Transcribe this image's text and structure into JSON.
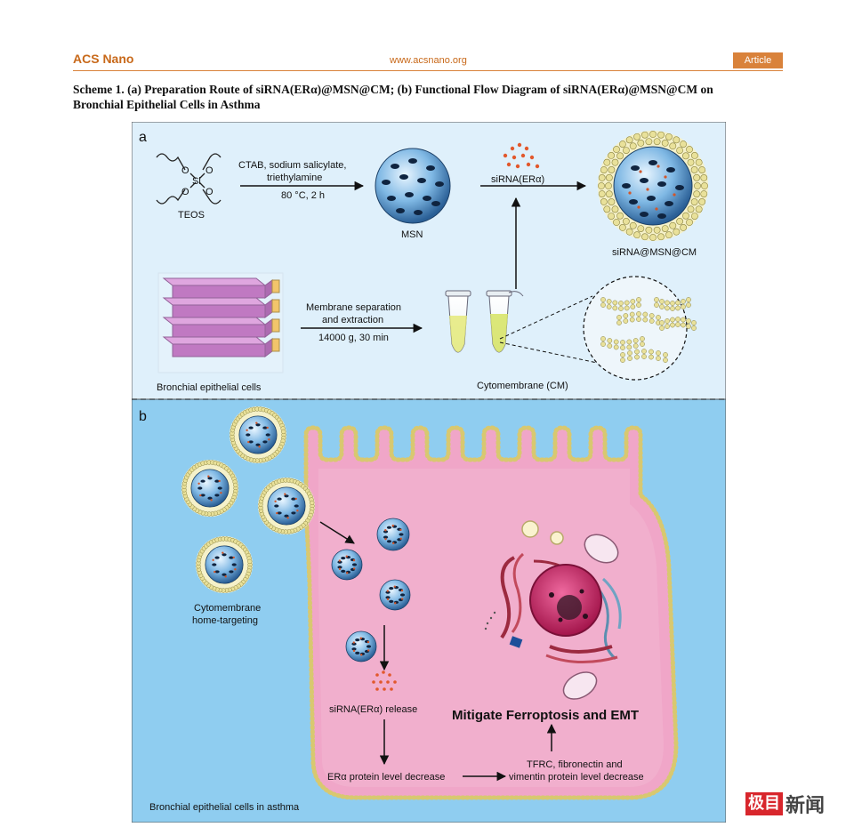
{
  "header": {
    "journal": "ACS Nano",
    "url": "www.acsnano.org",
    "article_badge": "Article"
  },
  "caption": {
    "line1": "Scheme 1. (a) Preparation Route of siRNA(ERα)@MSN@CM; (b) Functional Flow Diagram of siRNA(ERα)@MSN@CM on",
    "line2": "Bronchial Epithelial Cells in Asthma"
  },
  "panel_a": {
    "label": "a",
    "teos_label": "TEOS",
    "si": "Si",
    "o": "O",
    "reaction_line1": "CTAB, sodium salicylate,",
    "reaction_line2": "triethylamine",
    "reaction_line3": "80 °C, 2 h",
    "msn_label": "MSN",
    "sirna_label": "siRNA(ERα)",
    "product_label": "siRNA@MSN@CM",
    "membrane_line1": "Membrane separation",
    "membrane_line2": "and extraction",
    "membrane_line3": "14000 g, 30 min",
    "cells_label": "Bronchial epithelial cells",
    "cm_label": "Cytomembrane (CM)"
  },
  "panel_b": {
    "label": "b",
    "targeting_line1": "Cytomembrane",
    "targeting_line2": "home-targeting",
    "release_label": "siRNA(ERα) release",
    "mitigate_label": "Mitigate Ferroptosis and EMT",
    "protein_label": "ERα protein level  decrease",
    "tfrc_line1": "TFRC, fibronectin and",
    "tfrc_line2": "vimentin protein level  decrease",
    "cell_label": "Bronchial epithelial cells in asthma"
  },
  "watermark": {
    "box": "极目",
    "text": "新闻"
  },
  "colors": {
    "accent": "#d9823b",
    "panel_a_bg": "#dff0fb",
    "panel_b_bg": "#8fcdf0",
    "cell_fill": "#f0a6c8",
    "nucleus": "#c0245e"
  }
}
